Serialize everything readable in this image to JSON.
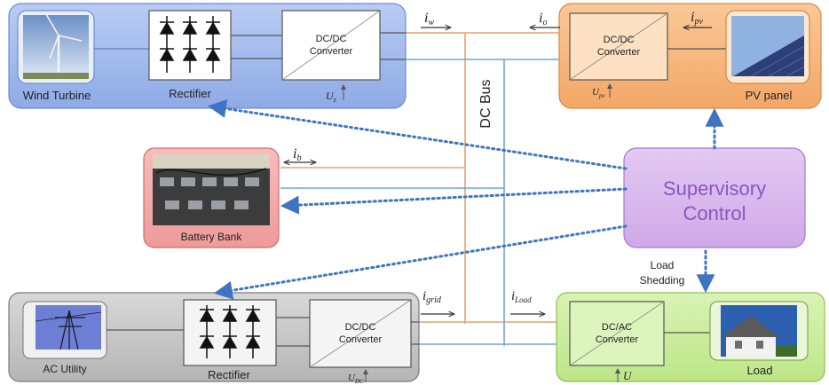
{
  "colors": {
    "wind_box": "#9fb8ee",
    "pv_box": "#f7b57a",
    "battery_box": "#f3a6a6",
    "supervisory_box": "#d7b7ec",
    "utility_box": "#c6c6c6",
    "load_box": "#c9ec9a",
    "orange_line": "#e8a06a",
    "blue_line": "#6aa8d8",
    "dotted_arrow": "#3f74c2"
  },
  "wind_turbine": {
    "label": "Wind Turbine",
    "icon": "wind-turbine-photo"
  },
  "wind_rectifier": {
    "label": "Rectifier",
    "icon": "diode-bridge-icon"
  },
  "wind_converter": {
    "line1": "DC/DC",
    "line2": "Converter",
    "voltage": "U",
    "voltage_sub": "z"
  },
  "pv_converter": {
    "line1": "DC/DC",
    "line2": "Converter",
    "voltage": "U",
    "voltage_sub": "pv"
  },
  "pv_panel": {
    "label": "PV panel",
    "icon": "solar-panel-photo"
  },
  "dc_bus": {
    "label": "DC Bus"
  },
  "battery": {
    "label": "Battery Bank",
    "icon": "battery-photo"
  },
  "supervisory": {
    "line1": "Supervisory",
    "line2": "Control"
  },
  "load_shedding": {
    "line1": "Load",
    "line2": "Shedding"
  },
  "ac_utility": {
    "label": "AC Utility",
    "icon": "power-pylon-photo"
  },
  "utility_rectifier": {
    "label": "Rectifier",
    "icon": "diode-bridge-icon"
  },
  "utility_converter": {
    "line1": "DC/DC",
    "line2": "Converter",
    "voltage": "U",
    "voltage_sub": "DC"
  },
  "load_converter": {
    "line1": "DC/AC",
    "line2": "Converter",
    "voltage": "U"
  },
  "load": {
    "label": "Load",
    "icon": "house-photo"
  },
  "currents": {
    "iw": {
      "main": "i",
      "sub": "w"
    },
    "io": {
      "main": "i",
      "sub": "o"
    },
    "ipv": {
      "main": "i",
      "sub": "pv"
    },
    "ib": {
      "main": "i",
      "sub": "b"
    },
    "igrid": {
      "main": "i",
      "sub": "grid"
    },
    "iload": {
      "main": "i",
      "sub": "Load"
    }
  }
}
